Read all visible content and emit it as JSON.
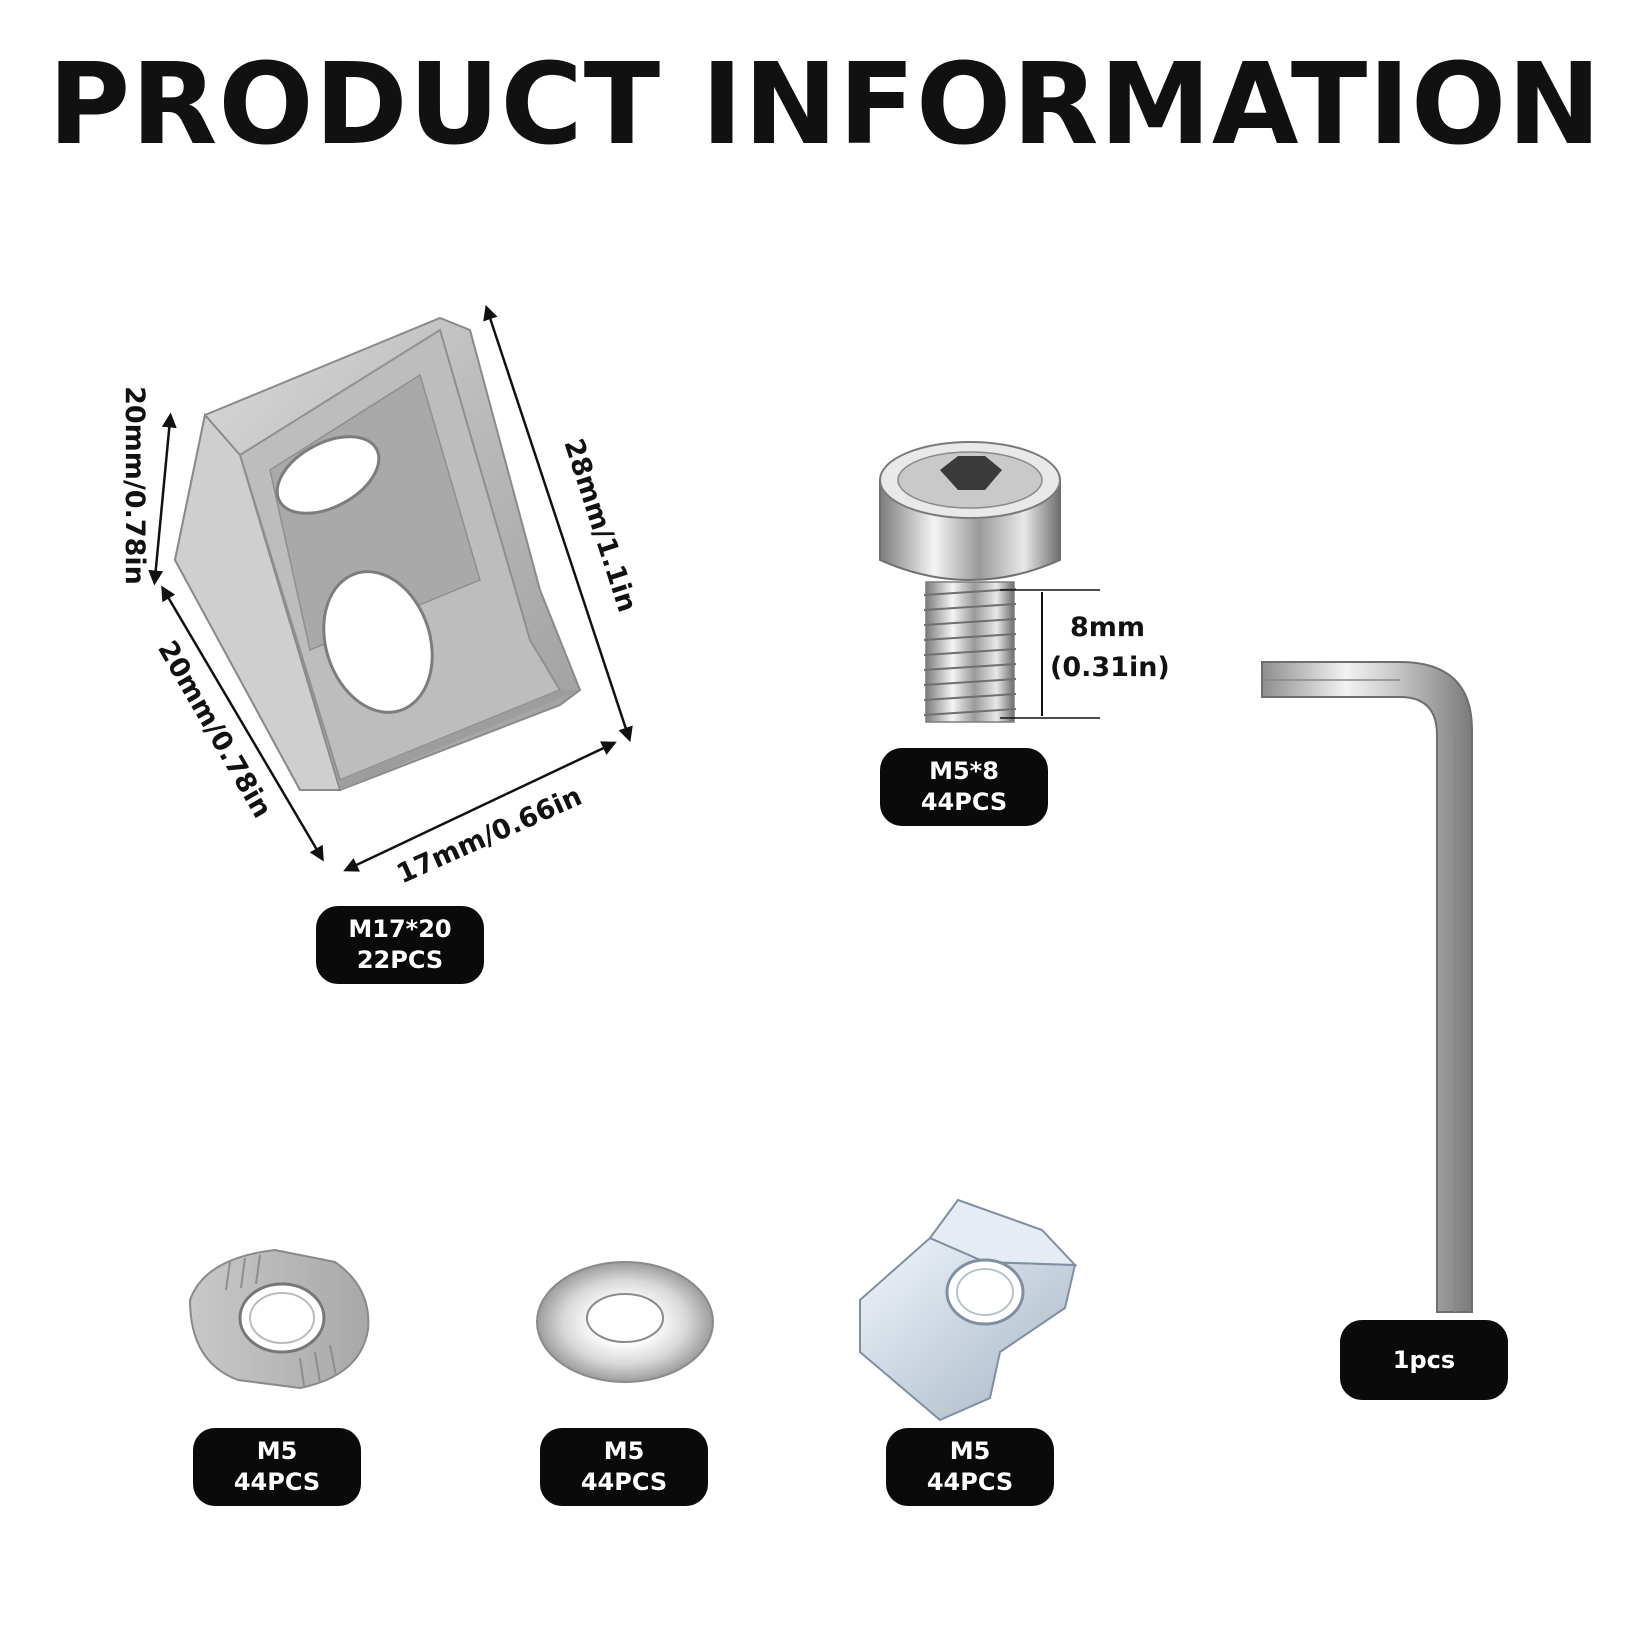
{
  "header": {
    "title": "PRODUCT INFORMATION"
  },
  "bracket": {
    "dims": {
      "height": "20mm/0.78in",
      "side": "20mm/0.78in",
      "width": "17mm/0.66in",
      "length": "28mm/1.1in"
    },
    "label": {
      "size": "M17*20",
      "qty": "22PCS"
    }
  },
  "screw": {
    "dims": {
      "length_mm": "8mm",
      "length_in": "(0.31in)"
    },
    "label": {
      "size": "M5*8",
      "qty": "44PCS"
    }
  },
  "hex_key": {
    "label": {
      "qty": "1pcs"
    }
  },
  "hammer_nut": {
    "label": {
      "size": "M5",
      "qty": "44PCS"
    }
  },
  "washer": {
    "label": {
      "size": "M5",
      "qty": "44PCS"
    }
  },
  "slide_nut": {
    "label": {
      "size": "M5",
      "qty": "44PCS"
    }
  }
}
